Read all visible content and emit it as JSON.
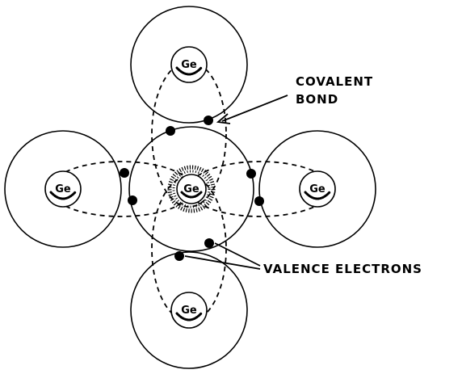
{
  "atom_label": "Ge",
  "callouts": {
    "covalent_line1": "COVALENT",
    "covalent_line2": "BOND",
    "valence": "VALENCE ELECTRONS"
  }
}
